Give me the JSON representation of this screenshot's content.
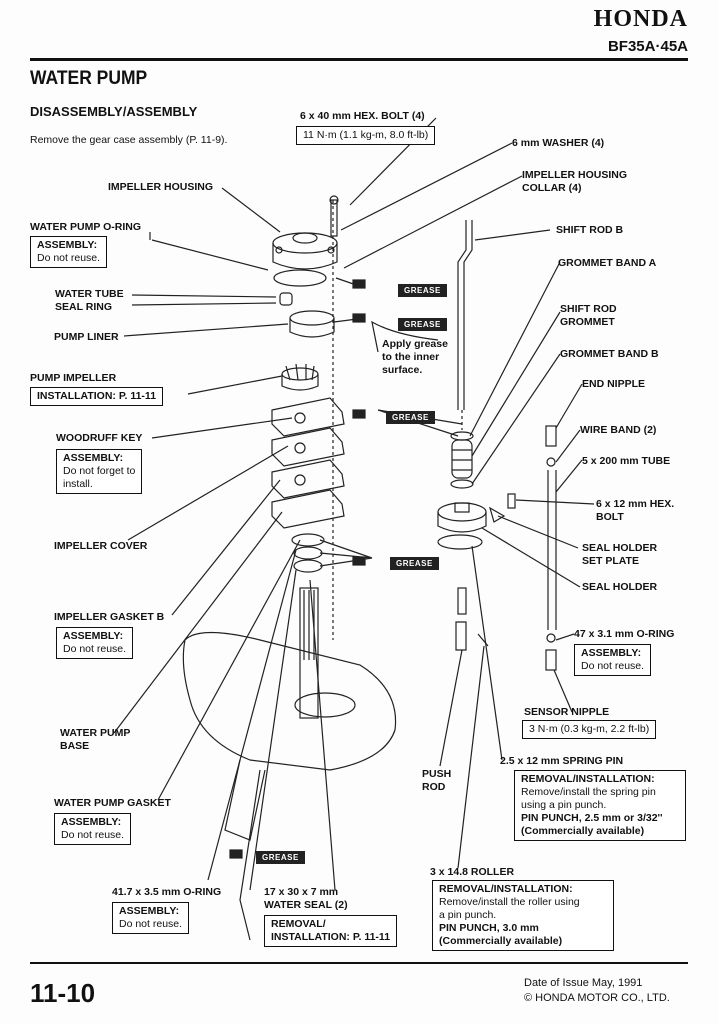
{
  "header": {
    "brand": "HONDA",
    "model": "BF35A·45A"
  },
  "section_title": "WATER PUMP",
  "subsection": "DISASSEMBLY/ASSEMBLY",
  "intro": "Remove the gear case assembly (P. 11-9).",
  "labels": {
    "hex_bolt": "6 x 40 mm HEX. BOLT (4)",
    "hex_bolt_torque": "11 N·m (1.1 kg-m, 8.0 ft-lb)",
    "washer": "6 mm WASHER (4)",
    "impeller_housing": "IMPELLER HOUSING",
    "impeller_housing_collar": "IMPELLER HOUSING COLLAR (4)",
    "wp_oring": "WATER PUMP O-RING",
    "assembly_label": "ASSEMBLY:",
    "do_not_reuse": "Do not reuse.",
    "shift_rod_b": "SHIFT ROD B",
    "grommet_band_a": "GROMMET BAND A",
    "water_tube_seal_ring_1": "WATER TUBE",
    "water_tube_seal_ring_2": "SEAL RING",
    "pump_liner": "PUMP LINER",
    "shift_rod_grommet_1": "SHIFT ROD",
    "shift_rod_grommet_2": "GROMMET",
    "apply_grease_1": "Apply grease",
    "apply_grease_2": "to the inner",
    "apply_grease_3": "surface.",
    "grommet_band_b": "GROMMET BAND B",
    "pump_impeller": "PUMP IMPELLER",
    "installation_ref": "INSTALLATION: P. 11-11",
    "end_nipple": "END NIPPLE",
    "woodruff_key": "WOODRUFF KEY",
    "wire_band": "WIRE BAND (2)",
    "assembly_forget_1": "Do not forget to",
    "assembly_forget_2": "install.",
    "tube": "5 x 200 mm TUBE",
    "hex_bolt_12_1": "6 x 12 mm HEX.",
    "hex_bolt_12_2": "BOLT",
    "impeller_cover": "IMPELLER COVER",
    "seal_holder_set_plate_1": "SEAL HOLDER",
    "seal_holder_set_plate_2": "SET PLATE",
    "seal_holder": "SEAL HOLDER",
    "impeller_gasket_b": "IMPELLER GASKET B",
    "oring_47": "47 x 3.1 mm O-RING",
    "sensor_nipple": "SENSOR NIPPLE",
    "sensor_torque": "3 N·m (0.3 kg-m, 2.2 ft-lb)",
    "water_pump_base_1": "WATER PUMP",
    "water_pump_base_2": "BASE",
    "spring_pin": "2.5 x 12 mm SPRING PIN",
    "push_rod_1": "PUSH",
    "push_rod_2": "ROD",
    "removal_installation": "REMOVAL/INSTALLATION:",
    "spring_pin_text_1": "Remove/install the spring pin",
    "spring_pin_text_2": "using a pin punch.",
    "spring_pin_tool": "PIN PUNCH, 2.5 mm or 3/32''",
    "commercially": "(Commercially available)",
    "water_pump_gasket": "WATER PUMP GASKET",
    "roller": "3 x 14.8 ROLLER",
    "roller_text_1": "Remove/install the roller using",
    "roller_text_2": "a pin punch.",
    "roller_tool": "PIN PUNCH, 3.0 mm",
    "oring_417": "41.7 x 3.5 mm O-RING",
    "water_seal_1": "17 x 30 x 7 mm",
    "water_seal_2": "WATER SEAL (2)",
    "removal_label": "REMOVAL/",
    "installation_ref2": "INSTALLATION: P. 11-11",
    "grease": "GREASE"
  },
  "footer": {
    "page": "11-10",
    "date": "Date of Issue May, 1991",
    "copyright": "© HONDA MOTOR CO., LTD."
  }
}
